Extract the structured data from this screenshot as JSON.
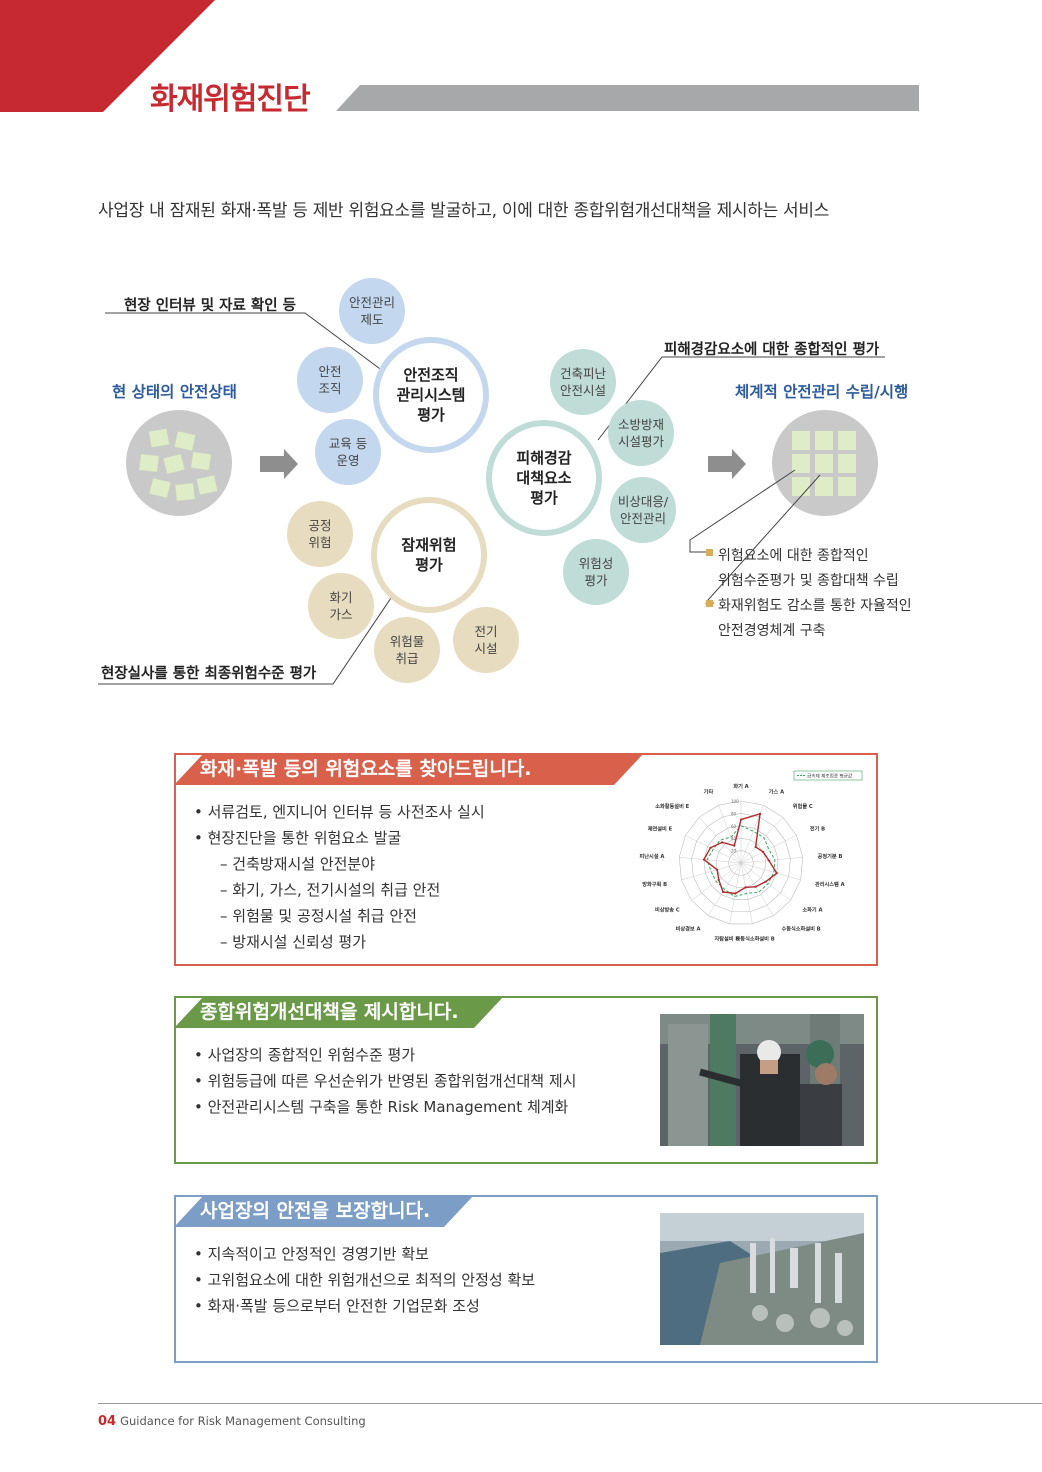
{
  "header": {
    "title": "화재위험진단"
  },
  "intro": "사업장 내 잠재된 화재·폭발 등 제반 위험요소를 발굴하고, 이에 대한 종합위험개선대책을 제시하는 서비스",
  "diagram": {
    "left_label": "현 상태의 안전상태",
    "right_label": "체계적 안전관리 수립/시행",
    "top_left_callout": "현장 인터뷰 및 자료 확인 등",
    "top_right_callout": "피해경감요소에 대한 종합적인 평가",
    "bottom_left_callout": "현장실사를 통한 최종위험수준 평가",
    "org_center": [
      "안전조직",
      "관리시스템",
      "평가"
    ],
    "org_items": [
      [
        "안전관리",
        "제도"
      ],
      [
        "안전",
        "조직"
      ],
      [
        "교육 등",
        "운영"
      ]
    ],
    "hazard_center": [
      "잠재위험",
      "평가"
    ],
    "hazard_items": [
      [
        "공정",
        "위험"
      ],
      [
        "화기",
        "가스"
      ],
      [
        "위험물",
        "취급"
      ],
      [
        "전기",
        "시설"
      ]
    ],
    "mitigation_center": [
      "피해경감",
      "대책요소",
      "평가"
    ],
    "mitigation_items": [
      [
        "건축피난",
        "안전시설"
      ],
      [
        "소방방재",
        "시설평가"
      ],
      [
        "비상대응/",
        "안전관리"
      ],
      [
        "위험성",
        "평가"
      ]
    ],
    "results": [
      [
        "위험요소에 대한 종합적인",
        "위험수준평가 및 종합대책 수립"
      ],
      [
        "화재위험도 감소를 통한 자율적인",
        "안전경영체계 구축"
      ]
    ]
  },
  "sections": [
    {
      "title": "화재·폭발 등의 위험요소를 찾아드립니다.",
      "color": "#d9604a",
      "items": [
        {
          "text": "• 서류검토, 엔지니어 인터뷰 등 사전조사 실시",
          "sub": false
        },
        {
          "text": "• 현장진단을 통한 위험요소 발굴",
          "sub": false
        },
        {
          "text": "– 건축방재시설 안전분야",
          "sub": true
        },
        {
          "text": "– 화기, 가스, 전기시설의 취급 안전",
          "sub": true
        },
        {
          "text": "– 위험물 및 공정시설 취급 안전",
          "sub": true
        },
        {
          "text": "– 방재시설 신뢰성 평가",
          "sub": true
        }
      ]
    },
    {
      "title": "종합위험개선대책을 제시합니다.",
      "color": "#6a9a48",
      "items": [
        {
          "text": "• 사업장의 종합적인 위험수준 평가",
          "sub": false
        },
        {
          "text": "• 위험등급에 따른 우선순위가 반영된 종합위험개선대책 제시",
          "sub": false
        },
        {
          "text": "• 안전관리시스템 구축을 통한 Risk Management 체계화",
          "sub": false
        }
      ]
    },
    {
      "title": "사업장의 안전을 보장합니다.",
      "color": "#7b9dc6",
      "items": [
        {
          "text": "• 지속적이고 안정적인 경영기반 확보",
          "sub": false
        },
        {
          "text": "• 고위험요소에 대한 위험개선으로 최적의 안정성 확보",
          "sub": false
        },
        {
          "text": "• 화재·폭발 등으로부터 안전한 기업문화 조성",
          "sub": false
        }
      ]
    }
  ],
  "radar": {
    "legend": "금속제 제조업종 평균값",
    "axes": [
      "화기 A",
      "가스 A",
      "위험물 C",
      "전기 B",
      "공정기분 B",
      "관리시스템 A",
      "소화기 A",
      "수동식소화설비 B",
      "자동식소화설비 B",
      "자탐설비 B",
      "비상경보 A",
      "비상방송 C",
      "방화구획 B",
      "피난시설 A",
      "제연설비 E",
      "소화활동설비 E",
      "기타"
    ],
    "scale": [
      "100",
      "80",
      "60",
      "40",
      "20"
    ],
    "site_values": [
      70,
      85,
      35,
      40,
      45,
      60,
      50,
      45,
      40,
      50,
      55,
      45,
      40,
      60,
      55,
      45,
      30
    ],
    "avg_values": [
      60,
      55,
      55,
      50,
      55,
      55,
      55,
      55,
      50,
      55,
      50,
      50,
      50,
      55,
      50,
      50,
      45
    ]
  },
  "footer": {
    "page": "04",
    "text": "Guidance for Risk Management Consulting"
  }
}
